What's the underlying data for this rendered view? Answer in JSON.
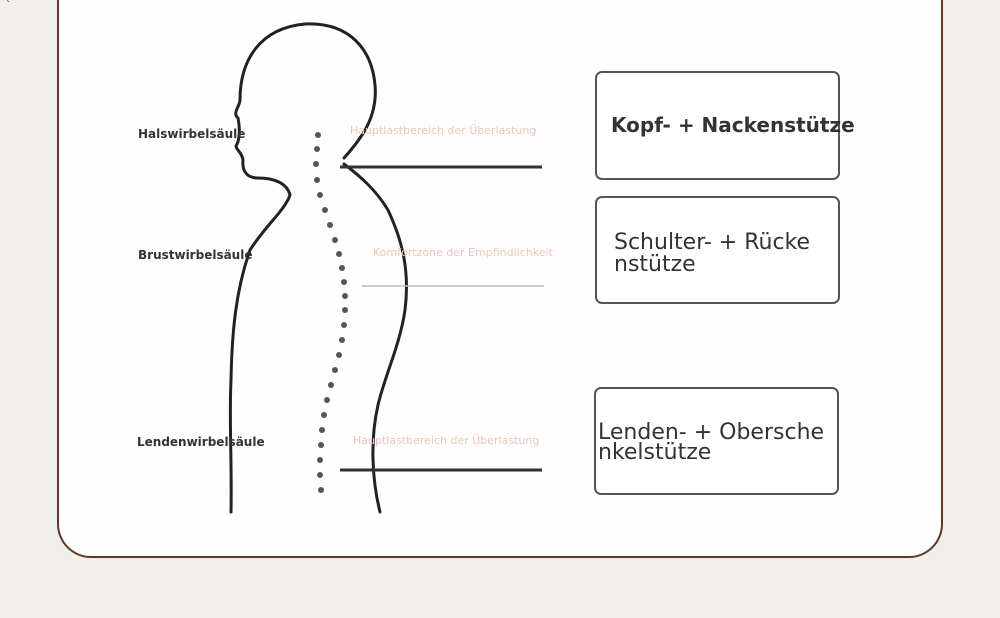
{
  "corner_mark": "`",
  "regions": {
    "cervical": {
      "label": "Halswirbelsäule",
      "note": "Hauptlastbereich der Überlastung"
    },
    "thoracic": {
      "label": "Brustwirbelsäule",
      "note": "Komfortzone der Empfindlichkeit"
    },
    "lumbar": {
      "label": "Lendenwirbelsäule",
      "note": "Hauptlastbereich der Überlastung"
    }
  },
  "supports": {
    "head_neck": {
      "text": "Kopf- + Nackenstütze"
    },
    "shoulder_back": {
      "line1": "Schulter- + Rücke",
      "line2": "nstütze"
    },
    "lumbar_thigh": {
      "line1": "Lenden- + Obersche",
      "line2": "nkelstütze"
    }
  },
  "colors": {
    "frame_border": "#5b3a2c",
    "outline": "#222222",
    "vertebra": "#555555",
    "note_text": "#e7c7bc",
    "page_background": "#f1efec"
  }
}
